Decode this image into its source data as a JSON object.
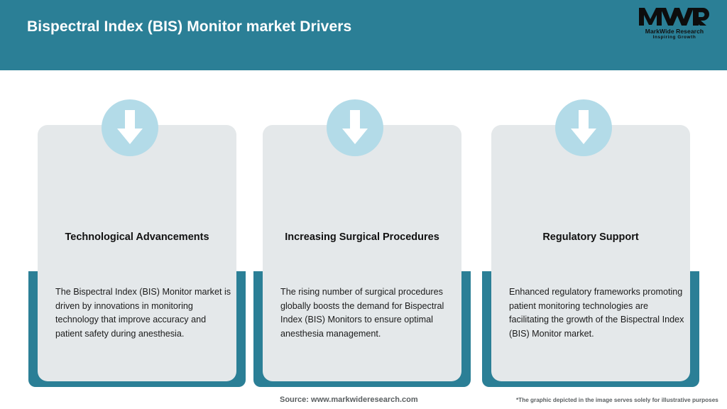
{
  "header": {
    "title": "Bispectral Index (BIS) Monitor market Drivers",
    "background_color": "#2b7f96",
    "title_color": "#ffffff"
  },
  "logo": {
    "mark": "MWR",
    "name": "MarkWide Research",
    "tagline": "Inspiring Growth"
  },
  "theme": {
    "teal": "#2b7f96",
    "badge_blue": "#b3dbe8",
    "card_gray": "#e4e8ea",
    "arrow_white": "#ffffff"
  },
  "cards": [
    {
      "icon": "down-arrow-icon",
      "title": "Technological Advancements",
      "body": "The Bispectral Index (BIS) Monitor market is driven by innovations in monitoring technology that improve accuracy and patient safety during anesthesia."
    },
    {
      "icon": "down-arrow-icon",
      "title": "Increasing Surgical Procedures",
      "body": "The rising number of surgical procedures globally boosts the demand for Bispectral Index (BIS) Monitors to ensure optimal anesthesia management."
    },
    {
      "icon": "down-arrow-icon",
      "title": "Regulatory Support",
      "body": "Enhanced regulatory frameworks promoting patient monitoring technologies are facilitating the growth of the Bispectral Index (BIS) Monitor market."
    }
  ],
  "footer": {
    "source": "Source: www.markwideresearch.com",
    "disclaimer": "*The graphic depicted in the image serves solely for illustrative purposes"
  }
}
